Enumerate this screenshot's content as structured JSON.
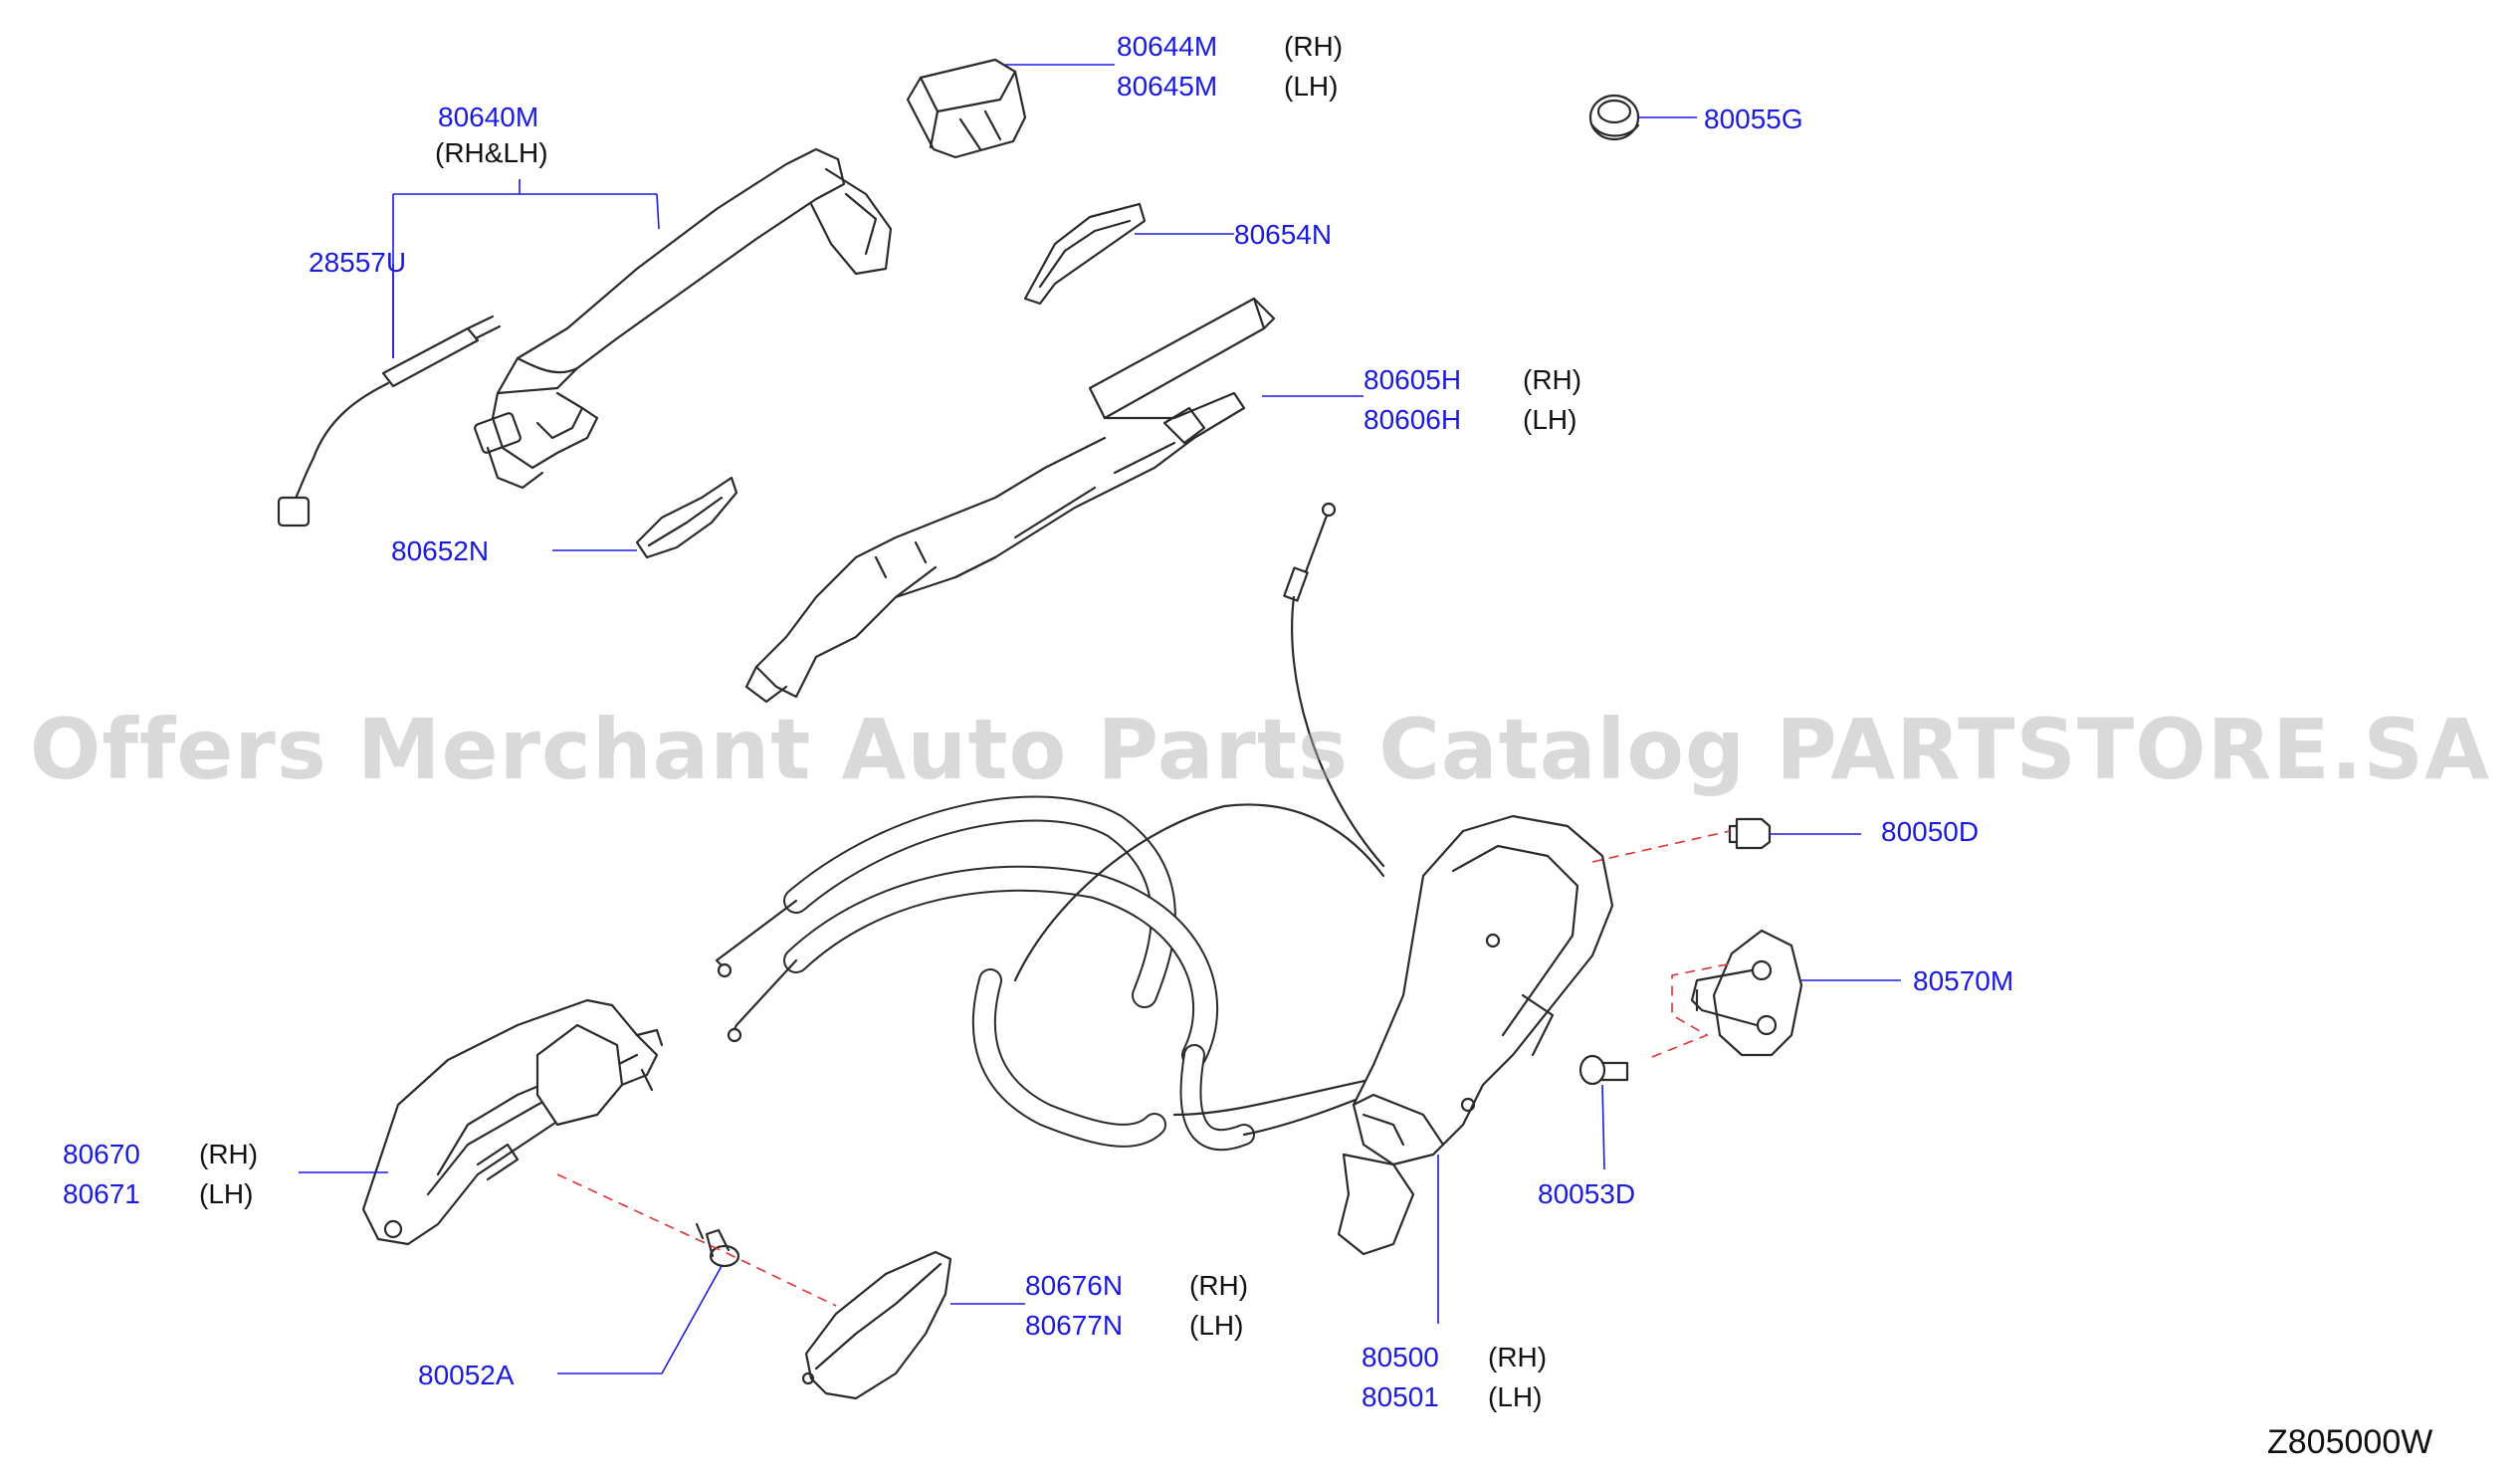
{
  "diagram": {
    "code": "Z805000W",
    "watermark": "Offers Merchant Auto Parts Catalog PARTSTORE.SA",
    "colors": {
      "part_number": "#1a1adc",
      "text": "#111111",
      "leader": "#1a1adc",
      "drawing": "#2a2a2a",
      "dashed": "#e03030"
    },
    "callouts": {
      "c80644": {
        "pn1": "80644M",
        "s1": "(RH)",
        "pn2": "80645M",
        "s2": "(LH)"
      },
      "c80640": {
        "pn": "80640M",
        "s": "(RH&LH)"
      },
      "c28557": {
        "pn": "28557U"
      },
      "c80055": {
        "pn": "80055G"
      },
      "c80654": {
        "pn": "80654N"
      },
      "c80605": {
        "pn1": "80605H",
        "s1": "(RH)",
        "pn2": "80606H",
        "s2": "(LH)"
      },
      "c80652": {
        "pn": "80652N"
      },
      "c80050": {
        "pn": "80050D"
      },
      "c80570": {
        "pn": "80570M"
      },
      "c80670": {
        "pn1": "80670",
        "s1": "(RH)",
        "pn2": "80671",
        "s2": "(LH)"
      },
      "c80053": {
        "pn": "80053D"
      },
      "c80676": {
        "pn1": "80676N",
        "s1": "(RH)",
        "pn2": "80677N",
        "s2": "(LH)"
      },
      "c80052": {
        "pn": "80052A"
      },
      "c80500": {
        "pn1": "80500",
        "s1": "(RH)",
        "pn2": "80501",
        "s2": "(LH)"
      }
    }
  }
}
